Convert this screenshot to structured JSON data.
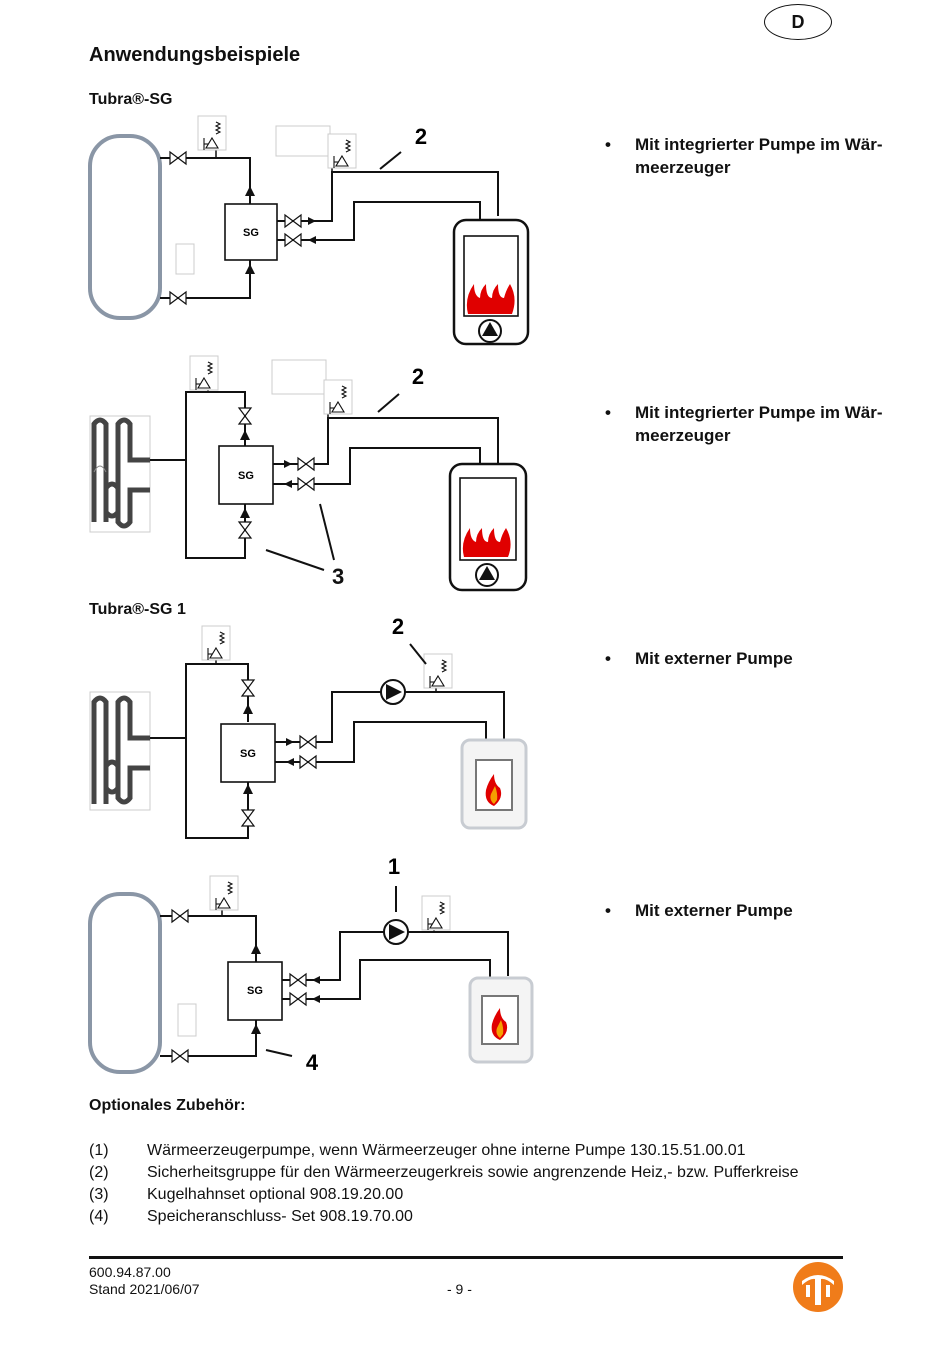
{
  "header": {
    "language_badge": "D",
    "title": "Anwendungsbeispiele"
  },
  "sections": [
    {
      "label": "Tubra®-SG"
    },
    {
      "label": "Tubra®-SG 1"
    }
  ],
  "diagrams": [
    {
      "callouts": [
        "2"
      ],
      "device": "SG",
      "bullet": "Mit integrierter Pumpe im Wär-meerzeuger"
    },
    {
      "callouts": [
        "2",
        "3"
      ],
      "device": "SG",
      "bullet": "Mit integrierter Pumpe im Wär-meerzeuger"
    },
    {
      "callouts": [
        "2"
      ],
      "device": "SG",
      "bullet": "Mit externer Pumpe"
    },
    {
      "callouts": [
        "1",
        "4"
      ],
      "device": "SG",
      "bullet": "Mit externer Pumpe"
    }
  ],
  "accessories": {
    "heading": "Optionales Zubehör:",
    "items": [
      {
        "num": "(1)",
        "text": "Wärmeerzeugerpumpe, wenn Wärmeerzeuger ohne interne Pumpe 130.15.51.00.01"
      },
      {
        "num": "(2)",
        "text": "Sicherheitsgruppe für den Wärmeerzeugerkreis sowie angrenzende Heiz,- bzw. Pufferkreise"
      },
      {
        "num": "(3)",
        "text": "Kugelhahnset optional 908.19.20.00"
      },
      {
        "num": "(4)",
        "text": "Speicheranschluss- Set 908.19.70.00"
      }
    ]
  },
  "footer": {
    "doc_number": "600.94.87.00",
    "date": "Stand 2021/06/07",
    "page": "- 9 -"
  },
  "colors": {
    "flame": "#e00000",
    "flame_inner": "#f5a000",
    "logo": "#f07c1a",
    "tank": "#8a96a6"
  },
  "icons": [
    "valve-icon",
    "safety-valve-icon",
    "pump-icon",
    "arrow-icon",
    "flame-icon",
    "logo-icon"
  ]
}
